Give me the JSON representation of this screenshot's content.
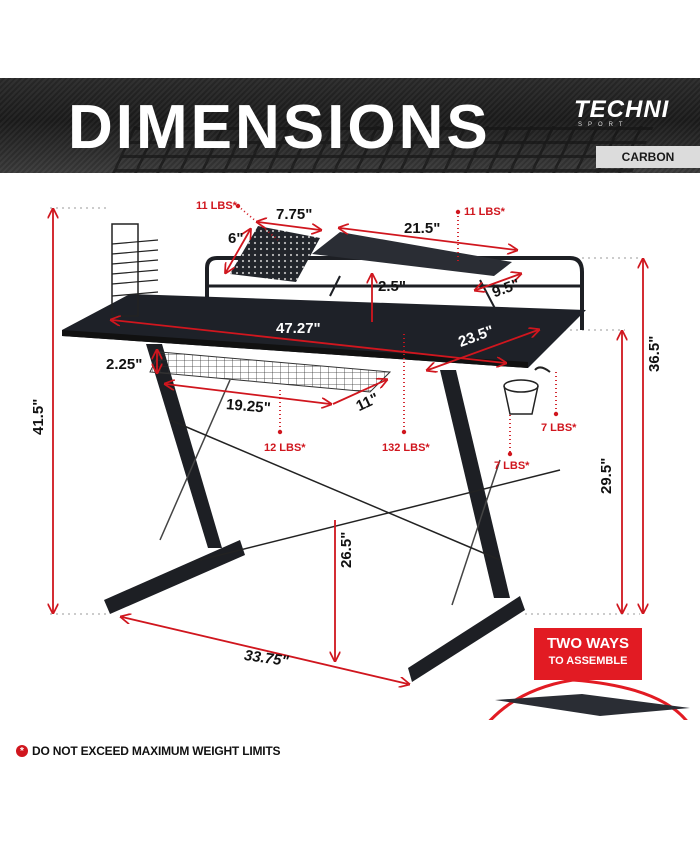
{
  "banner": {
    "title": "DIMENSIONS",
    "brand_main": "TECHNI",
    "brand_sub": "SPORT",
    "variant": "CARBON"
  },
  "dimensions": {
    "overall_height": "41.5\"",
    "desk_height_to_top": "36.5\"",
    "desk_surface_height": "29.5\"",
    "leg_clearance": "26.5\"",
    "base_depth": "33.75\"",
    "desk_width": "47.27\"",
    "desk_depth": "23.5\"",
    "shelf_width": "21.5\"",
    "shelf_depth": "9.5\"",
    "shelf_height": "2.5\"",
    "tablet_holder_width": "7.75\"",
    "tablet_holder_height": "6\"",
    "drawer_height": "2.25\"",
    "drawer_width": "19.25\"",
    "drawer_depth": "11\""
  },
  "weight_limits": {
    "tablet_holder": "11 LBS*",
    "shelf": "11 LBS*",
    "desk_surface": "132 LBS*",
    "drawer_basket": "12 LBS*",
    "cup_holder": "7 LBS*",
    "headphone_hook": "7 LBS*"
  },
  "callout": {
    "line1": "TWO WAYS",
    "line2": "TO ASSEMBLE"
  },
  "footer": {
    "note_icon": "*",
    "note": "DO NOT EXCEED MAXIMUM WEIGHT LIMITS"
  },
  "colors": {
    "accent_red": "#d0161e",
    "banner_dark": "#1b1b1b",
    "desk": "#1e2128"
  }
}
